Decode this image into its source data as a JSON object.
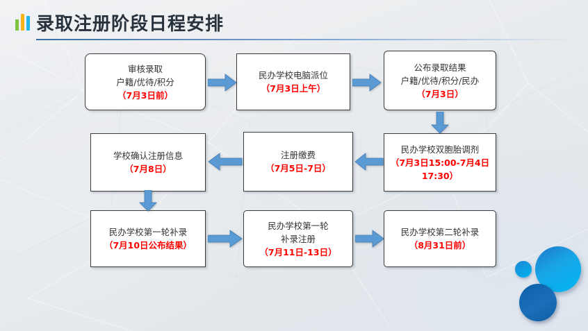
{
  "header": {
    "title": "录取注册阶段日程安排",
    "accent_bars": [
      {
        "name": "green-bar",
        "color": "#7ec242"
      },
      {
        "name": "yellow-bar",
        "color": "#f5b51a"
      },
      {
        "name": "cyan-bar",
        "color": "#22b7ef"
      }
    ],
    "rule_color": "#3a6ea5"
  },
  "flow": {
    "date_color": "#ff0000",
    "text_color": "#333333",
    "arrow_color": "#5b9bd5",
    "boxes": [
      {
        "id": "shenhe-luqu",
        "lines": [
          "审核录取",
          "户籍/优待/积分"
        ],
        "date": "（7月3日前）"
      },
      {
        "id": "minban-diannao-paiwei",
        "lines": [
          "民办学校电脑派位"
        ],
        "date": "（7月3日上午）"
      },
      {
        "id": "gongbu-luqu-jieguo",
        "lines": [
          "公布录取结果",
          "户籍/优待/积分/民办"
        ],
        "date": "（7月3日）"
      },
      {
        "id": "minban-shuangbaotai-tiaoji",
        "lines": [
          "民办学校双胞胎调剂"
        ],
        "date": "（7月3日15:00-7月4日17:30）"
      },
      {
        "id": "zhuce-jiaofei",
        "lines": [
          "注册缴费"
        ],
        "date": "（7月5日-7日）"
      },
      {
        "id": "xuexiao-queren-zhuce-xinxi",
        "lines": [
          "学校确认注册信息"
        ],
        "date": "（7月8日）"
      },
      {
        "id": "minban-diyilun-bulu",
        "lines": [
          "民办学校第一轮补录"
        ],
        "date": "（7月10日公布结果）"
      },
      {
        "id": "minban-diyilun-bulu-zhuce",
        "lines": [
          "民办学校第一轮",
          "补录注册"
        ],
        "date": "（7月11日-13日）"
      },
      {
        "id": "minban-dierlun-bulu",
        "lines": [
          "民办学校第二轮补录"
        ],
        "date": "（8月31日前）"
      }
    ],
    "arrows": [
      {
        "id": "arrow-1",
        "direction": "right"
      },
      {
        "id": "arrow-2",
        "direction": "right"
      },
      {
        "id": "arrow-3",
        "direction": "down"
      },
      {
        "id": "arrow-4",
        "direction": "left"
      },
      {
        "id": "arrow-5",
        "direction": "left"
      },
      {
        "id": "arrow-6",
        "direction": "down"
      },
      {
        "id": "arrow-7",
        "direction": "right"
      },
      {
        "id": "arrow-8",
        "direction": "right"
      }
    ]
  },
  "decor": {
    "circles": [
      {
        "id": "circ-small",
        "color": "#00b3ef"
      },
      {
        "id": "circ-big",
        "color": "#00b6f0"
      },
      {
        "id": "circ-dark",
        "color": "#0b5fa8"
      }
    ]
  }
}
